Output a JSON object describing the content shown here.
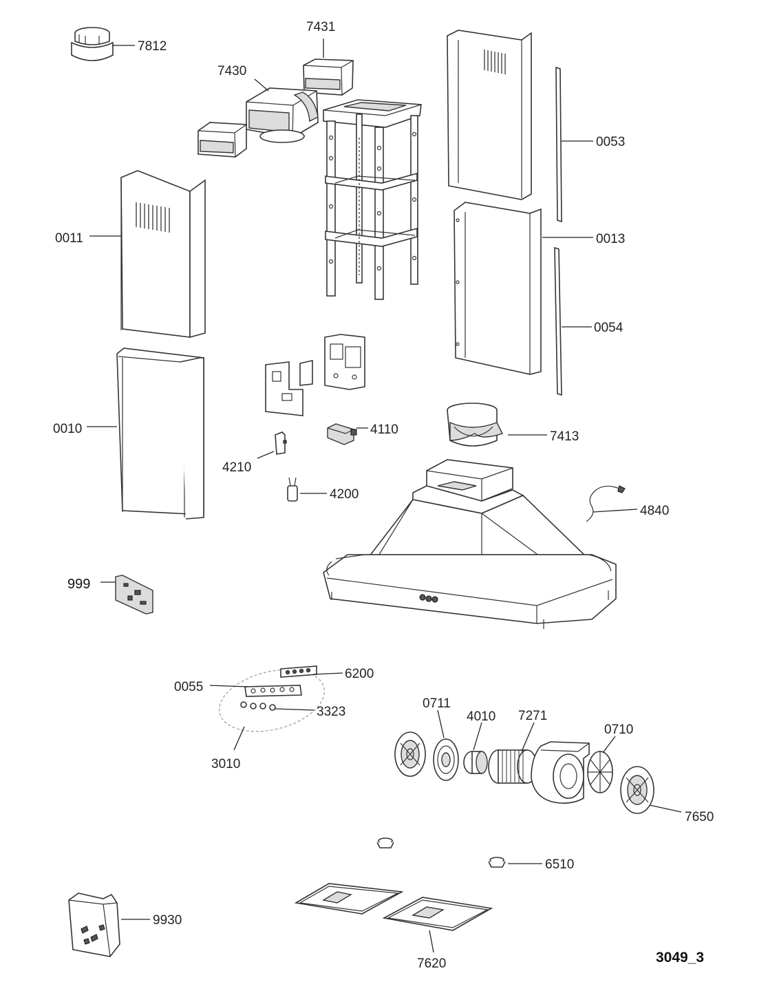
{
  "labels": {
    "p7812": "7812",
    "p7431": "7431",
    "p7430": "7430",
    "p0053": "0053",
    "p0011": "0011",
    "p0013": "0013",
    "p0054": "0054",
    "p0010": "0010",
    "p4110": "4110",
    "p7413": "7413",
    "p4210": "4210",
    "p4200": "4200",
    "p4840": "4840",
    "p999": "999",
    "p6200": "6200",
    "p0055": "0055",
    "p3323": "3323",
    "p3010": "3010",
    "p0711": "0711",
    "p4010": "4010",
    "p7271": "7271",
    "p0710": "0710",
    "p7650": "7650",
    "p6510": "6510",
    "p9930": "9930",
    "p7620": "7620"
  },
  "diagram_code": "3049_3"
}
